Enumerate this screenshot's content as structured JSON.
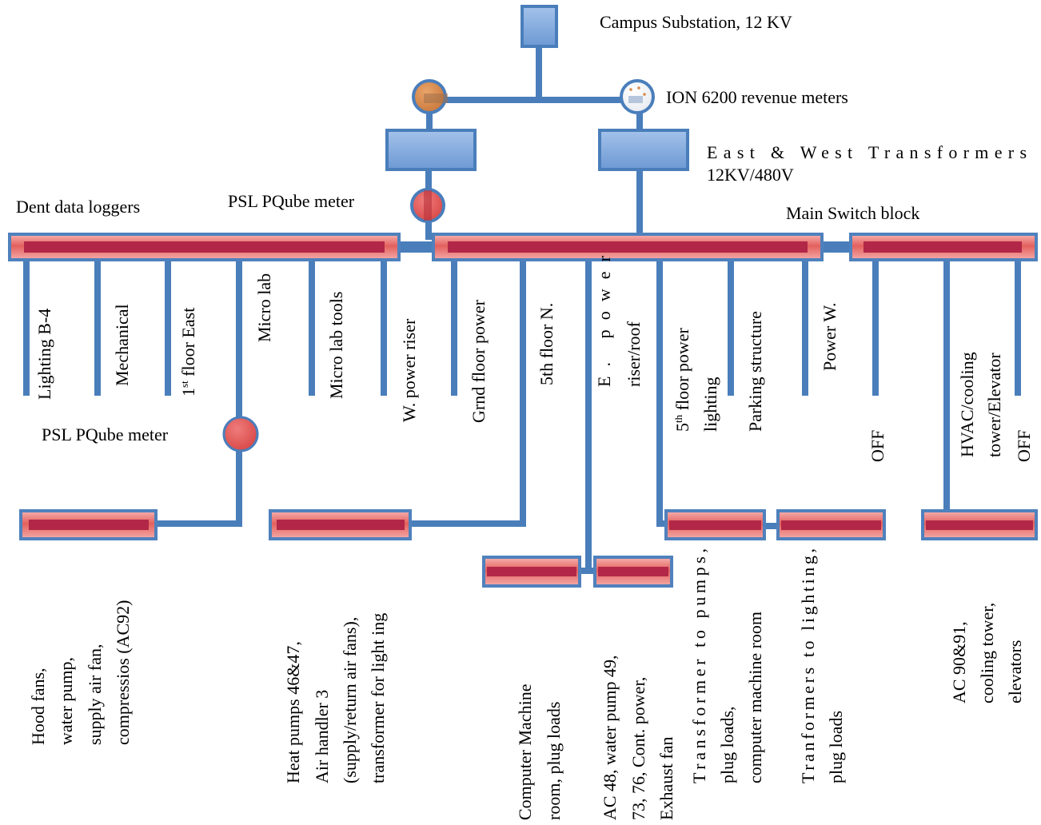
{
  "labels": {
    "campus_substation": "Campus Substation, 12 KV",
    "ion_meters": "ION 6200 revenue meters",
    "transformers_line1": "East & West Transformers",
    "transformers_line2": "12KV/480V",
    "pqube_top": "PSL PQube meter",
    "dent_loggers": "Dent data loggers",
    "main_switch": "Main Switch block",
    "pqube_left": "PSL PQube meter"
  },
  "feeders": {
    "lighting_b4": "Lighting B-4",
    "mechanical": "Mechanical",
    "floor1_east_num": "1",
    "floor1_east_sup": "st",
    "floor1_east_rest": " floor East",
    "micro_lab": "Micro lab",
    "micro_lab_tools": "Micro lab tools",
    "w_power_riser": "W. power riser",
    "grnd_floor_power": "Grnd floor power",
    "fifth_floor_n": "5th floor N.",
    "e_power_line1": "E.        power",
    "e_power_line2": "riser/roof",
    "fifth_power_num": "5",
    "fifth_power_sup": "th",
    "fifth_power_rest": " floor power",
    "fifth_power_line2": "lighting",
    "parking_structure": "Parking structure",
    "power_w": "Power W.",
    "off_1": "OFF",
    "hvac_line1": "HVAC/cooling",
    "hvac_line2": "tower/Elevator",
    "off_2": "OFF"
  },
  "loads": {
    "hood": [
      "Hood fans,",
      "water pump,",
      "supply air fan,",
      "compressios (AC92)"
    ],
    "heat_pumps": [
      "Heat pumps 46&47,",
      "Air handler 3",
      "(supply/return air fans),",
      "transformer for light ing"
    ],
    "computer": [
      "Computer Machine",
      "room, plug loads"
    ],
    "ac48": [
      "AC 48, water pump 49,",
      "73, 76, Cont. power,",
      "Exhaust fan"
    ],
    "transformer_pumps": [
      "Transformer    to    pumps,",
      "plug loads,",
      "computer machine room"
    ],
    "transformers_lighting": [
      "Tranformers  to  lighting,",
      "plug loads"
    ],
    "ac90": [
      "AC 90&91,",
      "cooling tower,",
      "elevators"
    ]
  },
  "colors": {
    "wire": "#4a7ebb",
    "box_fill": "#7ea7dc",
    "bus_stripe": "#b22747",
    "meter_orange": "#d6884a",
    "meter_red": "#e05a59"
  }
}
